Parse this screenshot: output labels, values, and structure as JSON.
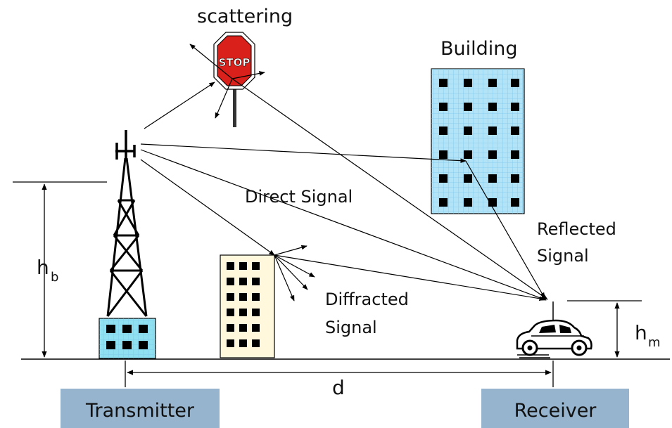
{
  "labels": {
    "scattering": "scattering",
    "building": "Building",
    "direct_signal": "Direct Signal",
    "reflected_line1": "Reflected",
    "reflected_line2": "Signal",
    "diffracted_line1": "Diffracted",
    "diffracted_line2": "Signal",
    "hb_main": "h",
    "hb_sub": "b",
    "hm_main": "h",
    "hm_sub": "m",
    "distance": "d",
    "stop_sign": "STOP",
    "transmitter": "Transmitter",
    "receiver": "Receiver"
  },
  "colors": {
    "tall_building": "#b3e3f7",
    "tall_building_grid": "#7cc8ea",
    "small_building": "#fff8dc",
    "tower_base": "#8fe0f0",
    "stop_sign": "#d9201a",
    "label_box": "#96b4cd",
    "window": "#000000"
  },
  "icons": {
    "antenna": "antenna-icon",
    "stop_sign": "stop-sign-icon",
    "car": "car-icon"
  }
}
